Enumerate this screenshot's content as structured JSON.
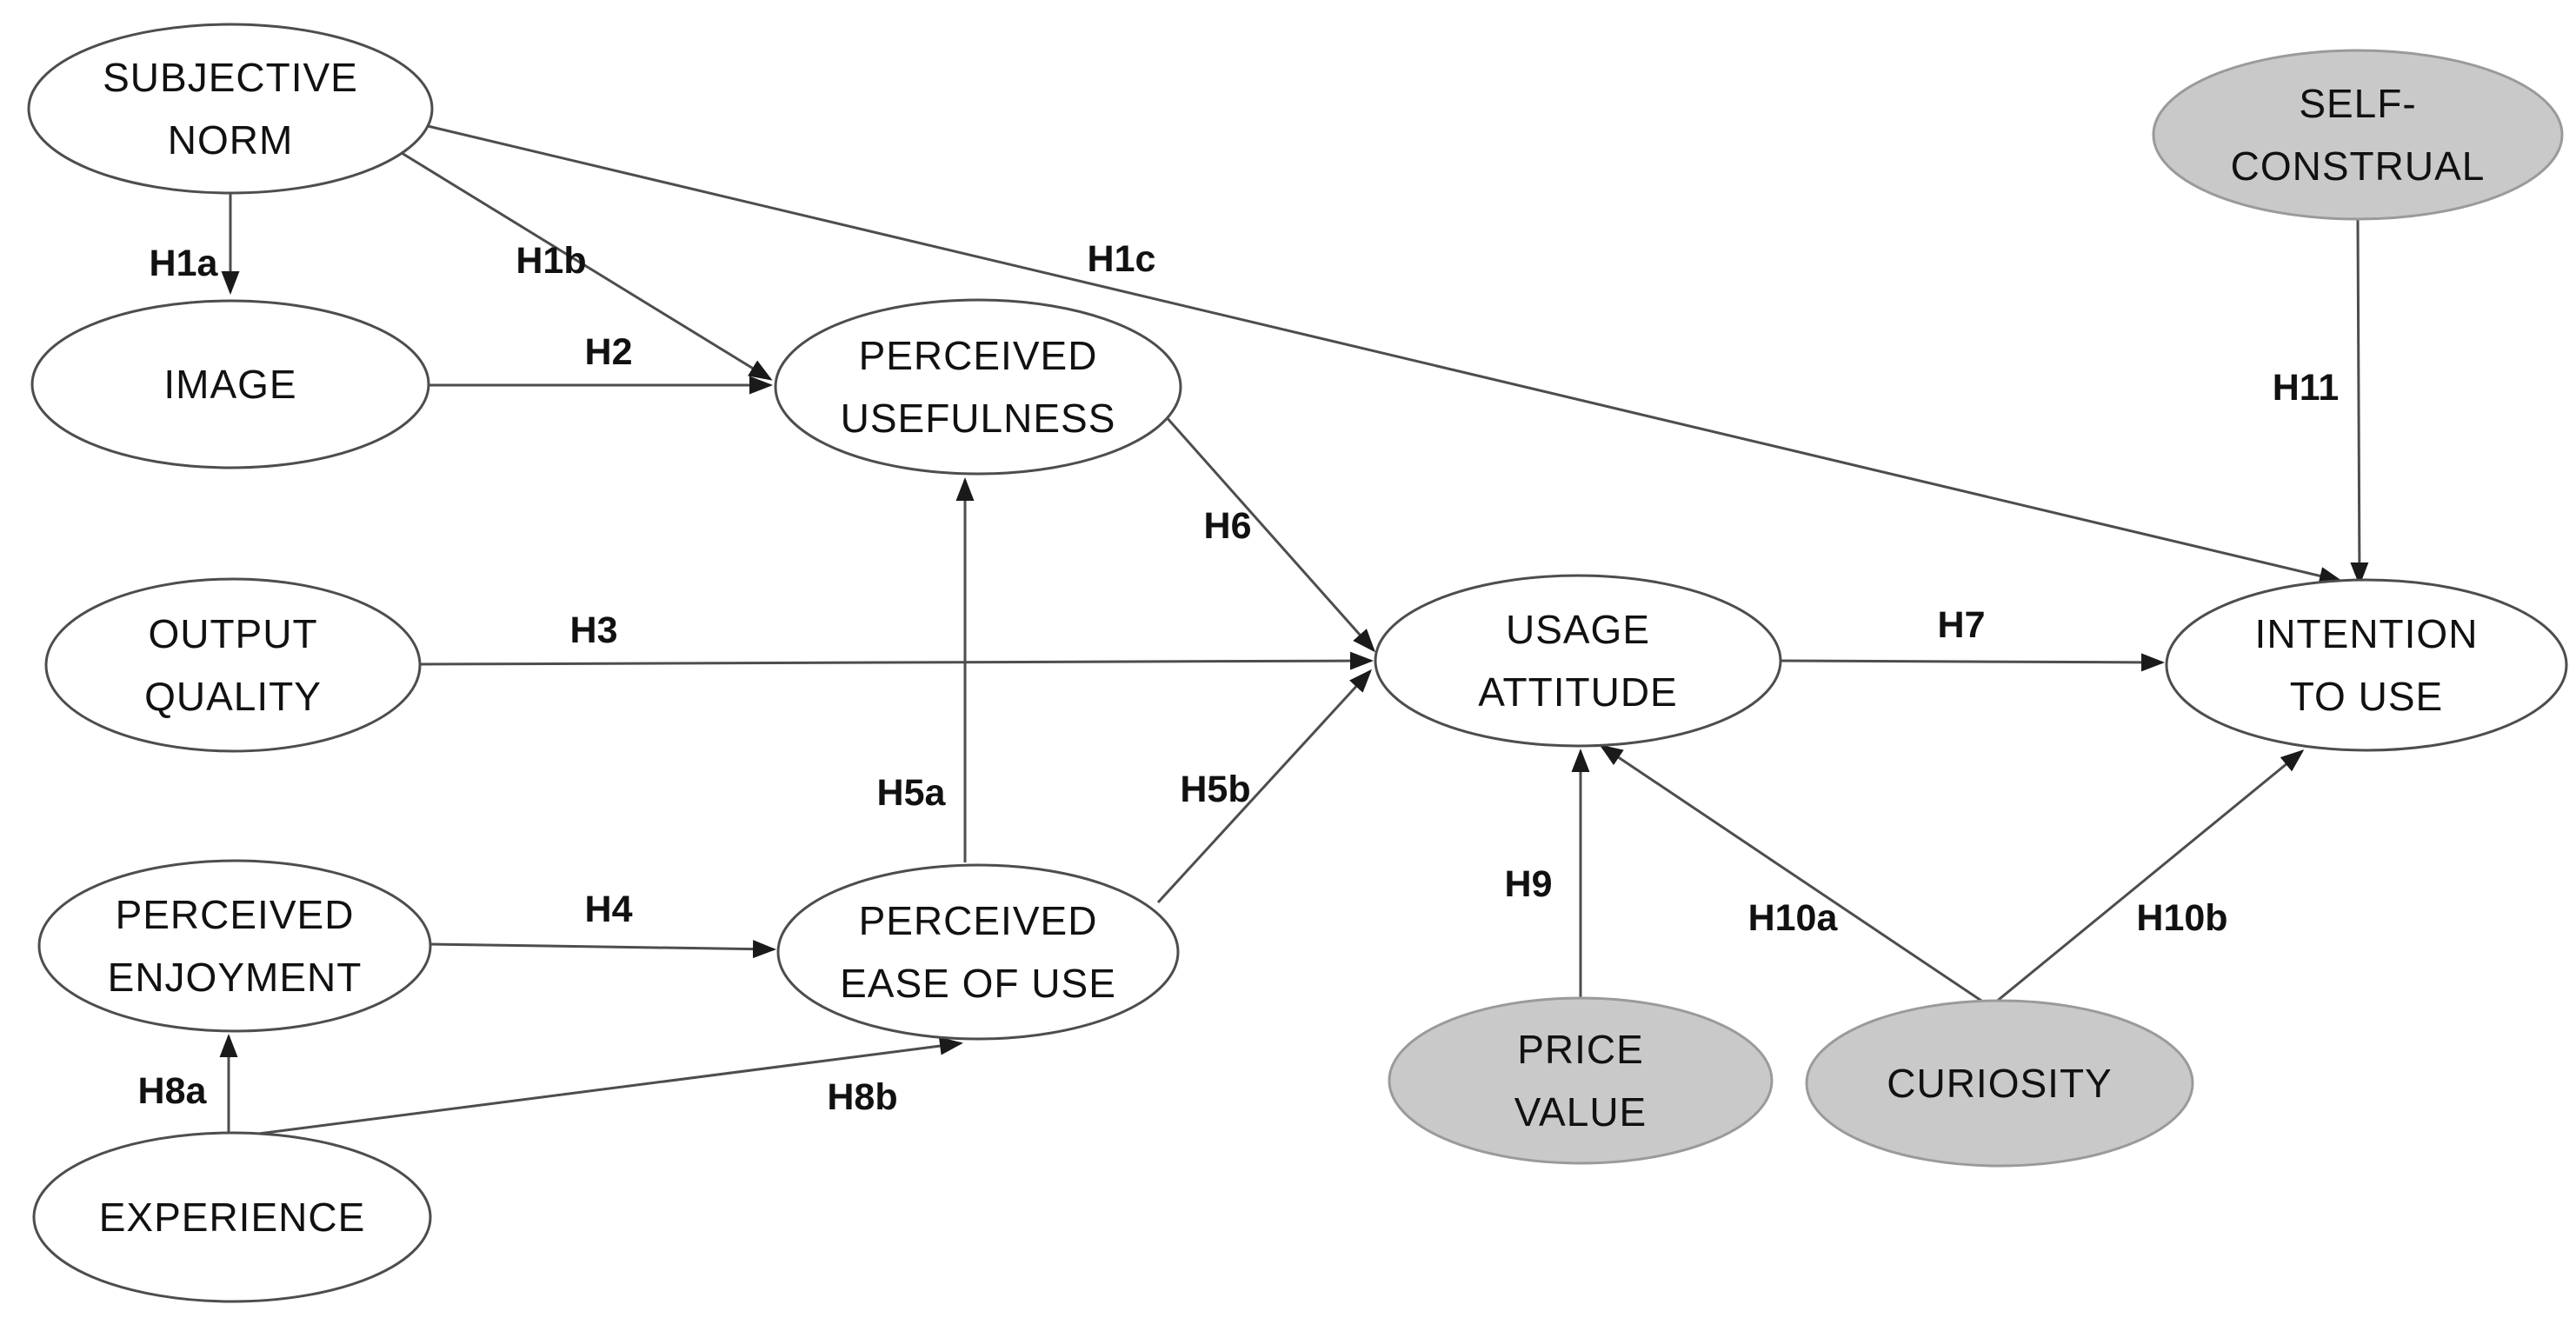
{
  "diagram": {
    "description": "Technology acceptance research model with hypotheses",
    "colors": {
      "background": "#ffffff",
      "node_fill": "#ffffff",
      "moderator_fill": "#c9c9c9",
      "stroke": "#4d4d4d",
      "text": "#111111"
    }
  },
  "nodes": {
    "subjective_norm": {
      "line1": "SUBJECTIVE",
      "line2": "NORM",
      "style": "default"
    },
    "image": {
      "line1": "IMAGE",
      "style": "default"
    },
    "output_quality": {
      "line1": "OUTPUT",
      "line2": "QUALITY",
      "style": "default"
    },
    "perceived_enjoyment": {
      "line1": "PERCEIVED",
      "line2": "ENJOYMENT",
      "style": "default"
    },
    "experience": {
      "line1": "EXPERIENCE",
      "style": "default"
    },
    "perceived_usefulness": {
      "line1": "PERCEIVED",
      "line2": "USEFULNESS",
      "style": "default"
    },
    "perceived_ease_of_use": {
      "line1": "PERCEIVED",
      "line2": "EASE OF USE",
      "style": "default"
    },
    "usage_attitude": {
      "line1": "USAGE",
      "line2": "ATTITUDE",
      "style": "default"
    },
    "intention_to_use": {
      "line1": "INTENTION",
      "line2": "TO USE",
      "style": "default"
    },
    "self_construal": {
      "line1": "SELF-",
      "line2": "CONSTRUAL",
      "style": "moderator"
    },
    "price_value": {
      "line1": "PRICE",
      "line2": "VALUE",
      "style": "moderator"
    },
    "curiosity": {
      "line1": "CURIOSITY",
      "style": "moderator"
    }
  },
  "edges": {
    "h1a": {
      "label": "H1a",
      "from": "subjective_norm",
      "to": "image"
    },
    "h1b": {
      "label": "H1b",
      "from": "subjective_norm",
      "to": "perceived_usefulness"
    },
    "h1c": {
      "label": "H1c",
      "from": "subjective_norm",
      "to": "intention_to_use"
    },
    "h2": {
      "label": "H2",
      "from": "image",
      "to": "perceived_usefulness"
    },
    "h3": {
      "label": "H3",
      "from": "output_quality",
      "to": "usage_attitude"
    },
    "h4": {
      "label": "H4",
      "from": "perceived_enjoyment",
      "to": "perceived_ease_of_use"
    },
    "h5a": {
      "label": "H5a",
      "from": "perceived_ease_of_use",
      "to": "perceived_usefulness"
    },
    "h5b": {
      "label": "H5b",
      "from": "perceived_ease_of_use",
      "to": "usage_attitude"
    },
    "h6": {
      "label": "H6",
      "from": "perceived_usefulness",
      "to": "usage_attitude"
    },
    "h7": {
      "label": "H7",
      "from": "usage_attitude",
      "to": "intention_to_use"
    },
    "h8a": {
      "label": "H8a",
      "from": "experience",
      "to": "perceived_enjoyment"
    },
    "h8b": {
      "label": "H8b",
      "from": "experience",
      "to": "perceived_ease_of_use"
    },
    "h9": {
      "label": "H9",
      "from": "price_value",
      "to": "usage_attitude"
    },
    "h10a": {
      "label": "H10a",
      "from": "curiosity",
      "to": "usage_attitude"
    },
    "h10b": {
      "label": "H10b",
      "from": "curiosity",
      "to": "intention_to_use"
    },
    "h11": {
      "label": "H11",
      "from": "self_construal",
      "to": "intention_to_use"
    }
  }
}
